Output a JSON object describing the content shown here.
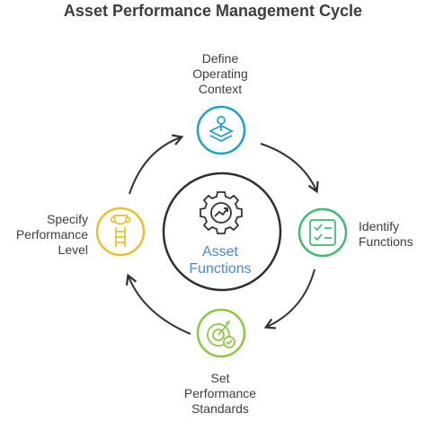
{
  "title": "Asset Performance Management Cycle",
  "center": {
    "line1": "Asset",
    "line2": "Functions",
    "icon": "gear-chart-icon"
  },
  "steps": [
    {
      "lines": [
        "Define",
        "Operating",
        "Context"
      ],
      "icon": "map-pin-layers-icon",
      "color": "#1aa3c6"
    },
    {
      "lines": [
        "Identify",
        "Functions"
      ],
      "icon": "checklist-icon",
      "color": "#3dbb73"
    },
    {
      "lines": [
        "Set",
        "Performance",
        "Standards"
      ],
      "icon": "target-check-icon",
      "color": "#8dc63f"
    },
    {
      "lines": [
        "Specify",
        "Performance",
        "Level"
      ],
      "icon": "trophy-ladder-icon",
      "color": "#e6c22a"
    }
  ]
}
